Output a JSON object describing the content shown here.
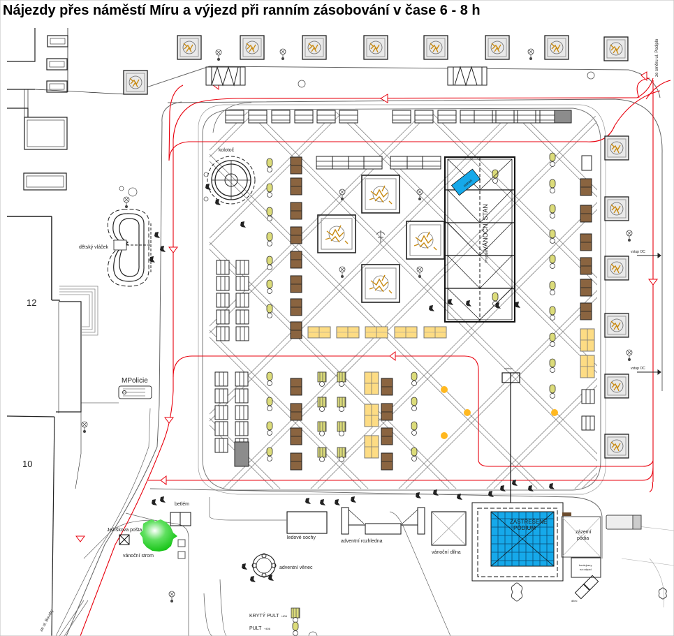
{
  "title": "Nájezdy přes náměstí Míru a výjezd při ranním zásobování v čase 6 - 8 h",
  "colors": {
    "route": "#e8000d",
    "path_grey": "#777777",
    "stall_brown": "#8a6440",
    "stall_yellow": "#fddc84",
    "pult_yellow": "#dcdc7a",
    "lamp_orange": "#ffb820",
    "podium_blue": "#16a9ea",
    "tree_green": "#27d127",
    "stall_grey": "#8c8c8c"
  },
  "labels": {
    "kolotoc": "kolotoč",
    "detsky_vlacek": "dětský vláček",
    "building_12": "12",
    "building_10": "10",
    "mpolice": "MPolicie",
    "pronajat_vanocni_stan": "VÁNOČNÍ STAN",
    "pronajat_prefix": "Pronájem",
    "stanek_blue": "stánek",
    "vstup_oc_1": "vstup OC",
    "vstup_oc_2": "vstup OC",
    "betlem": "betlém",
    "jeziskova_posta": "Ježíškova pošta",
    "vanocni_strom": "vánoční strom",
    "ledove_sochy": "ledové sochy",
    "adventni_rozhledna": "adventní rozhledna",
    "vanocni_dilna": "vánoční dílna",
    "adventni_venec": "adventní věnec",
    "podium_line1": "ZASTŘEŠENÉ",
    "podium_line2": "PÓDIUM",
    "zazemi_line1": "zázemí",
    "zazemi_line2": "pódia",
    "kontejnery_line1": "kontejnery",
    "kontejnery_line2": "na odpad",
    "street_top_right": "ze směru ul. Podiplo",
    "street_bottom_left": "ze ul. Boudry",
    "dilec": "dílec",
    "mincovna": "výstup"
  },
  "legend": {
    "items": [
      {
        "label": "KRYTÝ PULT",
        "suffix": "+406",
        "symbol": "covered-stall"
      },
      {
        "label": "PULT",
        "suffix": "+406",
        "symbol": "stall"
      }
    ]
  }
}
